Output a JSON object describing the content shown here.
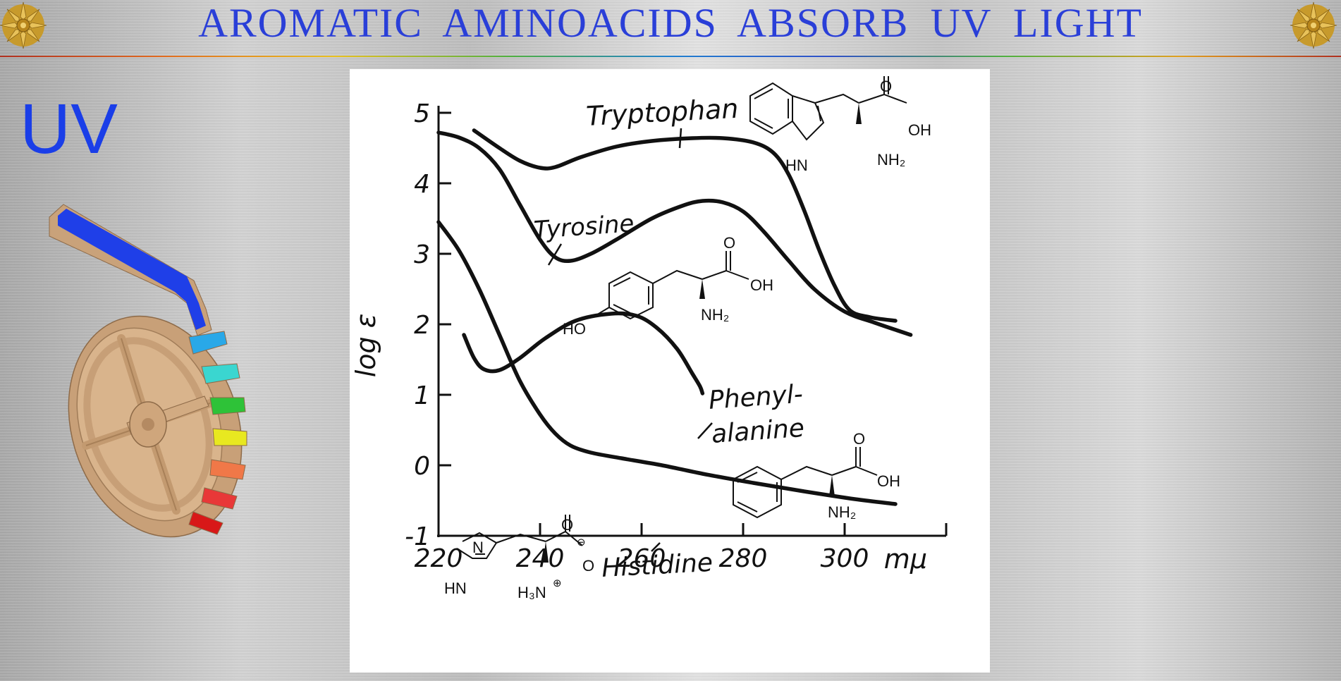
{
  "slide": {
    "title": "AROMATIC  AMINOACIDS  ABSORB  UV  LIGHT",
    "uv_label": "UV",
    "colors": {
      "title": "#2a3fd8",
      "uv_label": "#1a3ee8",
      "chute": "#1f3fe8",
      "wheel": "#d9b48c",
      "bucket_colors": [
        "#29a8e8",
        "#3ad6d0",
        "#2ec238",
        "#e8e820",
        "#f07848",
        "#e83838",
        "#d81818"
      ]
    },
    "icons": [
      "medallion-left-icon",
      "medallion-right-icon",
      "waterwheel-icon"
    ]
  },
  "chart_data": {
    "type": "line",
    "xlabel": "mμ",
    "ylabel": "log ε",
    "xlim": [
      220,
      320
    ],
    "ylim": [
      -1,
      5
    ],
    "x_ticks": [
      220,
      240,
      260,
      280,
      300
    ],
    "x_tick_labels": [
      "220",
      "240",
      "260",
      "280",
      "300"
    ],
    "y_ticks": [
      -1,
      0,
      1,
      2,
      3,
      4,
      5
    ],
    "y_tick_labels": [
      "-1",
      "0",
      "1",
      "2",
      "3",
      "4",
      "5"
    ],
    "grid": false,
    "series": [
      {
        "name": "Tryptophan",
        "x": [
          227,
          232,
          236,
          240,
          243,
          248,
          255,
          262,
          270,
          276,
          282,
          286,
          289,
          292,
          295,
          298,
          301,
          305,
          310
        ],
        "y": [
          4.75,
          4.5,
          4.32,
          4.22,
          4.23,
          4.37,
          4.52,
          4.6,
          4.64,
          4.64,
          4.58,
          4.43,
          4.12,
          3.62,
          3.05,
          2.55,
          2.2,
          2.1,
          2.05
        ]
      },
      {
        "name": "Tyrosine",
        "x": [
          220,
          224,
          228,
          232,
          236,
          240,
          243,
          246,
          250,
          255,
          262,
          268,
          272,
          276,
          280,
          284,
          289,
          294,
          300,
          306,
          313
        ],
        "y": [
          4.72,
          4.65,
          4.5,
          4.2,
          3.7,
          3.2,
          2.95,
          2.9,
          3.0,
          3.2,
          3.5,
          3.68,
          3.75,
          3.73,
          3.6,
          3.32,
          2.9,
          2.5,
          2.18,
          2.02,
          1.85
        ]
      },
      {
        "name": "Phenylalanine",
        "x": [
          225,
          227,
          229,
          232,
          236,
          241,
          247,
          254,
          259,
          263,
          267,
          270,
          271.5,
          272
        ],
        "y": [
          1.85,
          1.52,
          1.36,
          1.35,
          1.52,
          1.8,
          2.05,
          2.15,
          2.12,
          1.95,
          1.65,
          1.3,
          1.12,
          1.02
        ]
      },
      {
        "name": "Histidine",
        "x": [
          220,
          224,
          228,
          232,
          236,
          240,
          243,
          246,
          250,
          256,
          264,
          272,
          282,
          292,
          302,
          310
        ],
        "y": [
          3.45,
          3.05,
          2.5,
          1.85,
          1.2,
          0.72,
          0.45,
          0.28,
          0.18,
          0.1,
          0.0,
          -0.12,
          -0.25,
          -0.37,
          -0.48,
          -0.55
        ]
      }
    ],
    "annotations": [
      {
        "text": "Tryptophan",
        "series": "Tryptophan"
      },
      {
        "text": "Tyrosine",
        "series": "Tyrosine"
      },
      {
        "text": "Phenyl-",
        "series": "Phenylalanine"
      },
      {
        "text": "alanine",
        "series": "Phenylalanine"
      },
      {
        "text": "Histidine",
        "series": "Histidine"
      }
    ],
    "structure_labels": {
      "tryptophan": [
        "O",
        "OH",
        "NH₂",
        "HN"
      ],
      "tyrosine": [
        "O",
        "OH",
        "NH₂",
        "HO"
      ],
      "phenylalanine": [
        "O",
        "OH",
        "NH₂"
      ],
      "histidine": [
        "O",
        "⊖",
        "O",
        "N",
        "HN",
        "H₃N",
        "⊕"
      ]
    }
  }
}
